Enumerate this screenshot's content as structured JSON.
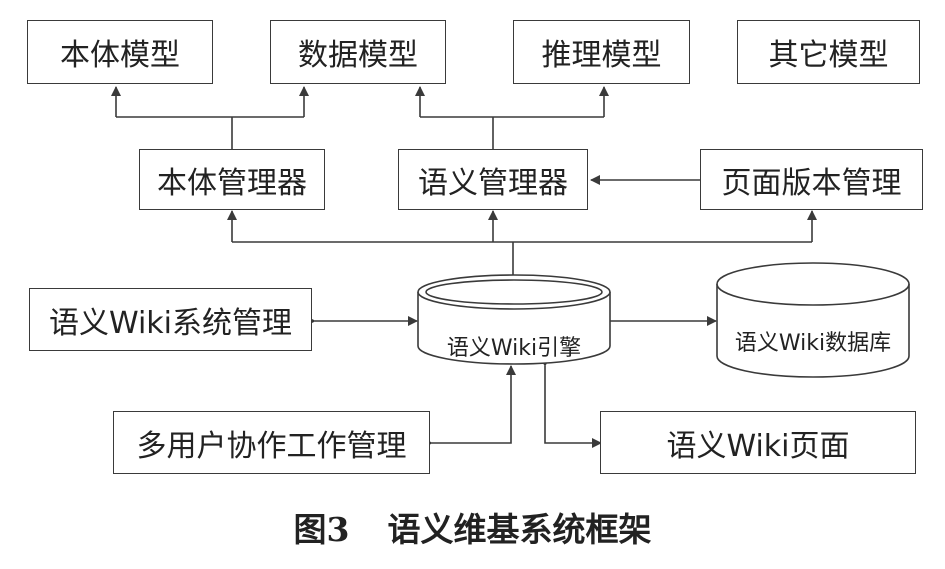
{
  "models": {
    "ontology": "本体模型",
    "data": "数据模型",
    "reasoning": "推理模型",
    "other": "其它模型"
  },
  "managers": {
    "ontology": "本体管理器",
    "semantic": "语义管理器",
    "page_version": "页面版本管理"
  },
  "core": {
    "system_mgmt": "语义Wiki系统管理",
    "engine": "语义Wiki引擎",
    "database": "语义Wiki数据库"
  },
  "bottom": {
    "collab": "多用户协作工作管理",
    "pages": "语义Wiki页面"
  },
  "caption": {
    "number": "图3",
    "title": "语义维基系统框架"
  },
  "colors": {
    "line": "#3a3a3a",
    "background": "#ffffff"
  }
}
